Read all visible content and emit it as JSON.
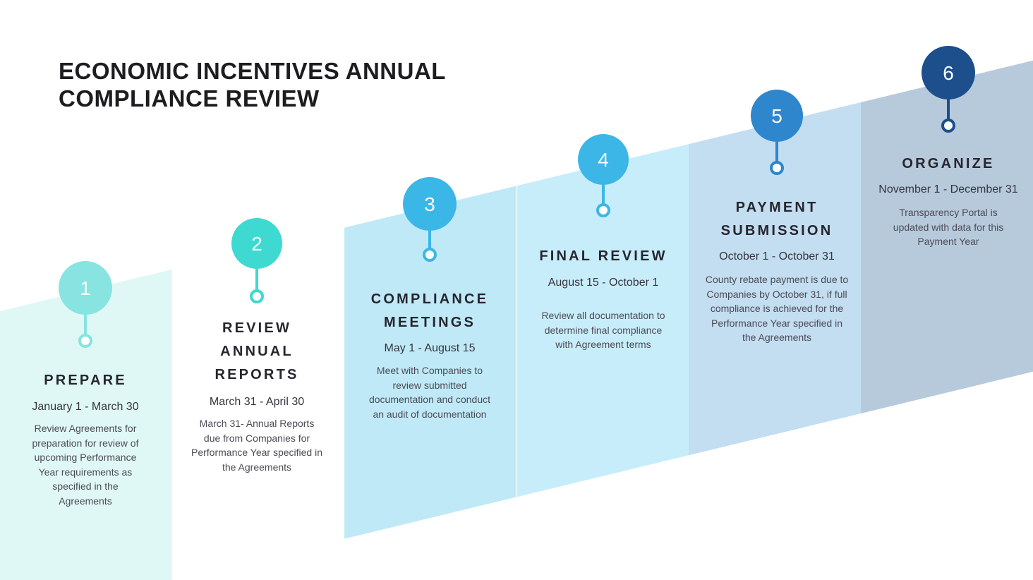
{
  "page_title": "ECONOMIC INCENTIVES ANNUAL\nCOMPLIANCE REVIEW",
  "colors": {
    "background": "#ffffff",
    "panel_divider": "#ffffff",
    "title_text": "#1d1d20",
    "step_title_text": "#26262e",
    "date_text": "#35353e",
    "description_text": "#4b4b55"
  },
  "steps": [
    {
      "number": "1",
      "title": "PREPARE",
      "date": "January 1 - March 30",
      "description": "Review Agreements for\npreparation for review of\nupcoming Performance\nYear requirements as\nspecified in the\nAgreements",
      "accent_color": "#87e4e0",
      "panel_color": "#e0f8f5"
    },
    {
      "number": "2",
      "title": "REVIEW\nANNUAL\nREPORTS",
      "date": "March 31 - April 30",
      "description": "March 31- Annual Reports\ndue from Companies for\nPerformance Year specified in\nthe Agreements",
      "accent_color": "#3ed9d0",
      "panel_color": "none"
    },
    {
      "number": "3",
      "title": "COMPLIANCE\nMEETINGS",
      "date": "May 1 - August 15",
      "description": "Meet with Companies to\nreview submitted\ndocumentation and conduct\nan audit of documentation",
      "accent_color": "#3ab7e6",
      "panel_color": "#c0e9f8"
    },
    {
      "number": "4",
      "title": "FINAL REVIEW",
      "date": "August 15 - October 1",
      "description": "Review all documentation to\ndetermine final compliance\nwith Agreement terms",
      "accent_color": "#3cb6e6",
      "panel_color": "#c8edfa"
    },
    {
      "number": "5",
      "title": "PAYMENT\nSUBMISSION",
      "date": "October 1 - October 31",
      "description": "County rebate payment is due to\nCompanies by October 31, if full\ncompliance is achieved for the\nPerformance Year specified in\nthe Agreements",
      "accent_color": "#2e86cd",
      "panel_color": "#c3ddf1"
    },
    {
      "number": "6",
      "title": "ORGANIZE",
      "date": "November 1 - December 31",
      "description": "Transparency Portal is\nupdated with data for this\nPayment Year",
      "accent_color": "#1c4f8c",
      "panel_color": "#b7cadc"
    }
  ]
}
